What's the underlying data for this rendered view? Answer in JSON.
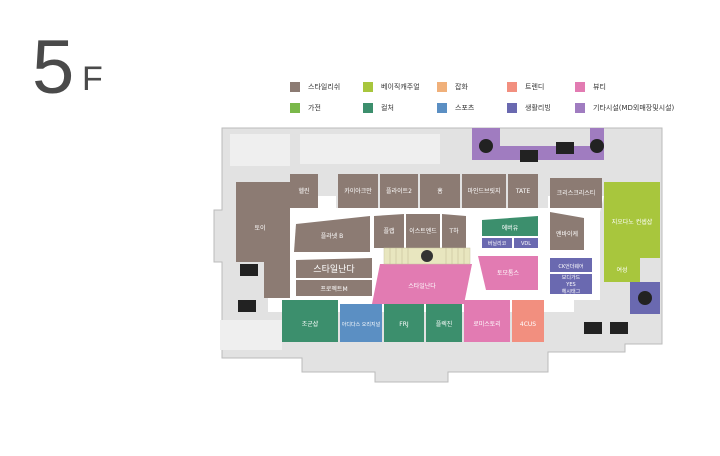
{
  "floor": {
    "number": "5",
    "unit": "F"
  },
  "colors": {
    "style": "#8c7b73",
    "bcasual": "#a8c63d",
    "goods": "#f0b07a",
    "trend": "#f28f7f",
    "beauty": "#e27bb2",
    "elec": "#7ab84a",
    "culture": "#3c8f6d",
    "sports": "#5b8fc3",
    "living": "#6a69b0",
    "etc": "#a07cc0",
    "corridor": "#ffffff",
    "bg": "#e2e2e2",
    "outline": "#bbbbbb",
    "escalator": "#e8e6bf"
  },
  "legend": [
    {
      "label": "스타일리쉬",
      "color": "#8c7b73"
    },
    {
      "label": "베이직캐주얼",
      "color": "#a8c63d"
    },
    {
      "label": "잡화",
      "color": "#f0b07a"
    },
    {
      "label": "트렌디",
      "color": "#f28f7f"
    },
    {
      "label": "뷰티",
      "color": "#e27bb2"
    },
    {
      "label": "가전",
      "color": "#7ab84a"
    },
    {
      "label": "컬처",
      "color": "#3c8f6d"
    },
    {
      "label": "스포츠",
      "color": "#5b8fc3"
    },
    {
      "label": "생활리빙",
      "color": "#6a69b0"
    },
    {
      "label": "기타시설(MD외매장및시설)",
      "color": "#a07cc0"
    }
  ],
  "stores": {
    "s_top_shoe": "헬린",
    "s_left_toy": "토이",
    "s_1": "카이아크만",
    "s_2": "플라이트2",
    "s_3": "홈",
    "s_4": "마인드브릿지",
    "s_5": "TATE",
    "s_6": "크리스크리스티",
    "s_7": "지오다노 컨셉샵",
    "s_8": "플라넷 B",
    "s_9": "플랩",
    "s_10": "이스트엔드",
    "s_11": "T하",
    "s_12": "엔바이케",
    "s_13": "에버유",
    "s_14": "버닐리코",
    "s_15": "VDL",
    "s_16": "스타일난다",
    "s_17": "프로젝트M",
    "s_18": "스타일난다",
    "s_19": "토모톰스",
    "s_20": "CK언더웨어",
    "s_21": "보디가드",
    "s_22": "YES",
    "s_23": "헤시태그",
    "s_24": "여성",
    "s_25": "조군샵",
    "s_26": "아디다스 오리지널",
    "s_27": "FRJ",
    "s_28": "플렉진",
    "s_29": "로미스토리",
    "s_30": "4CUS"
  }
}
